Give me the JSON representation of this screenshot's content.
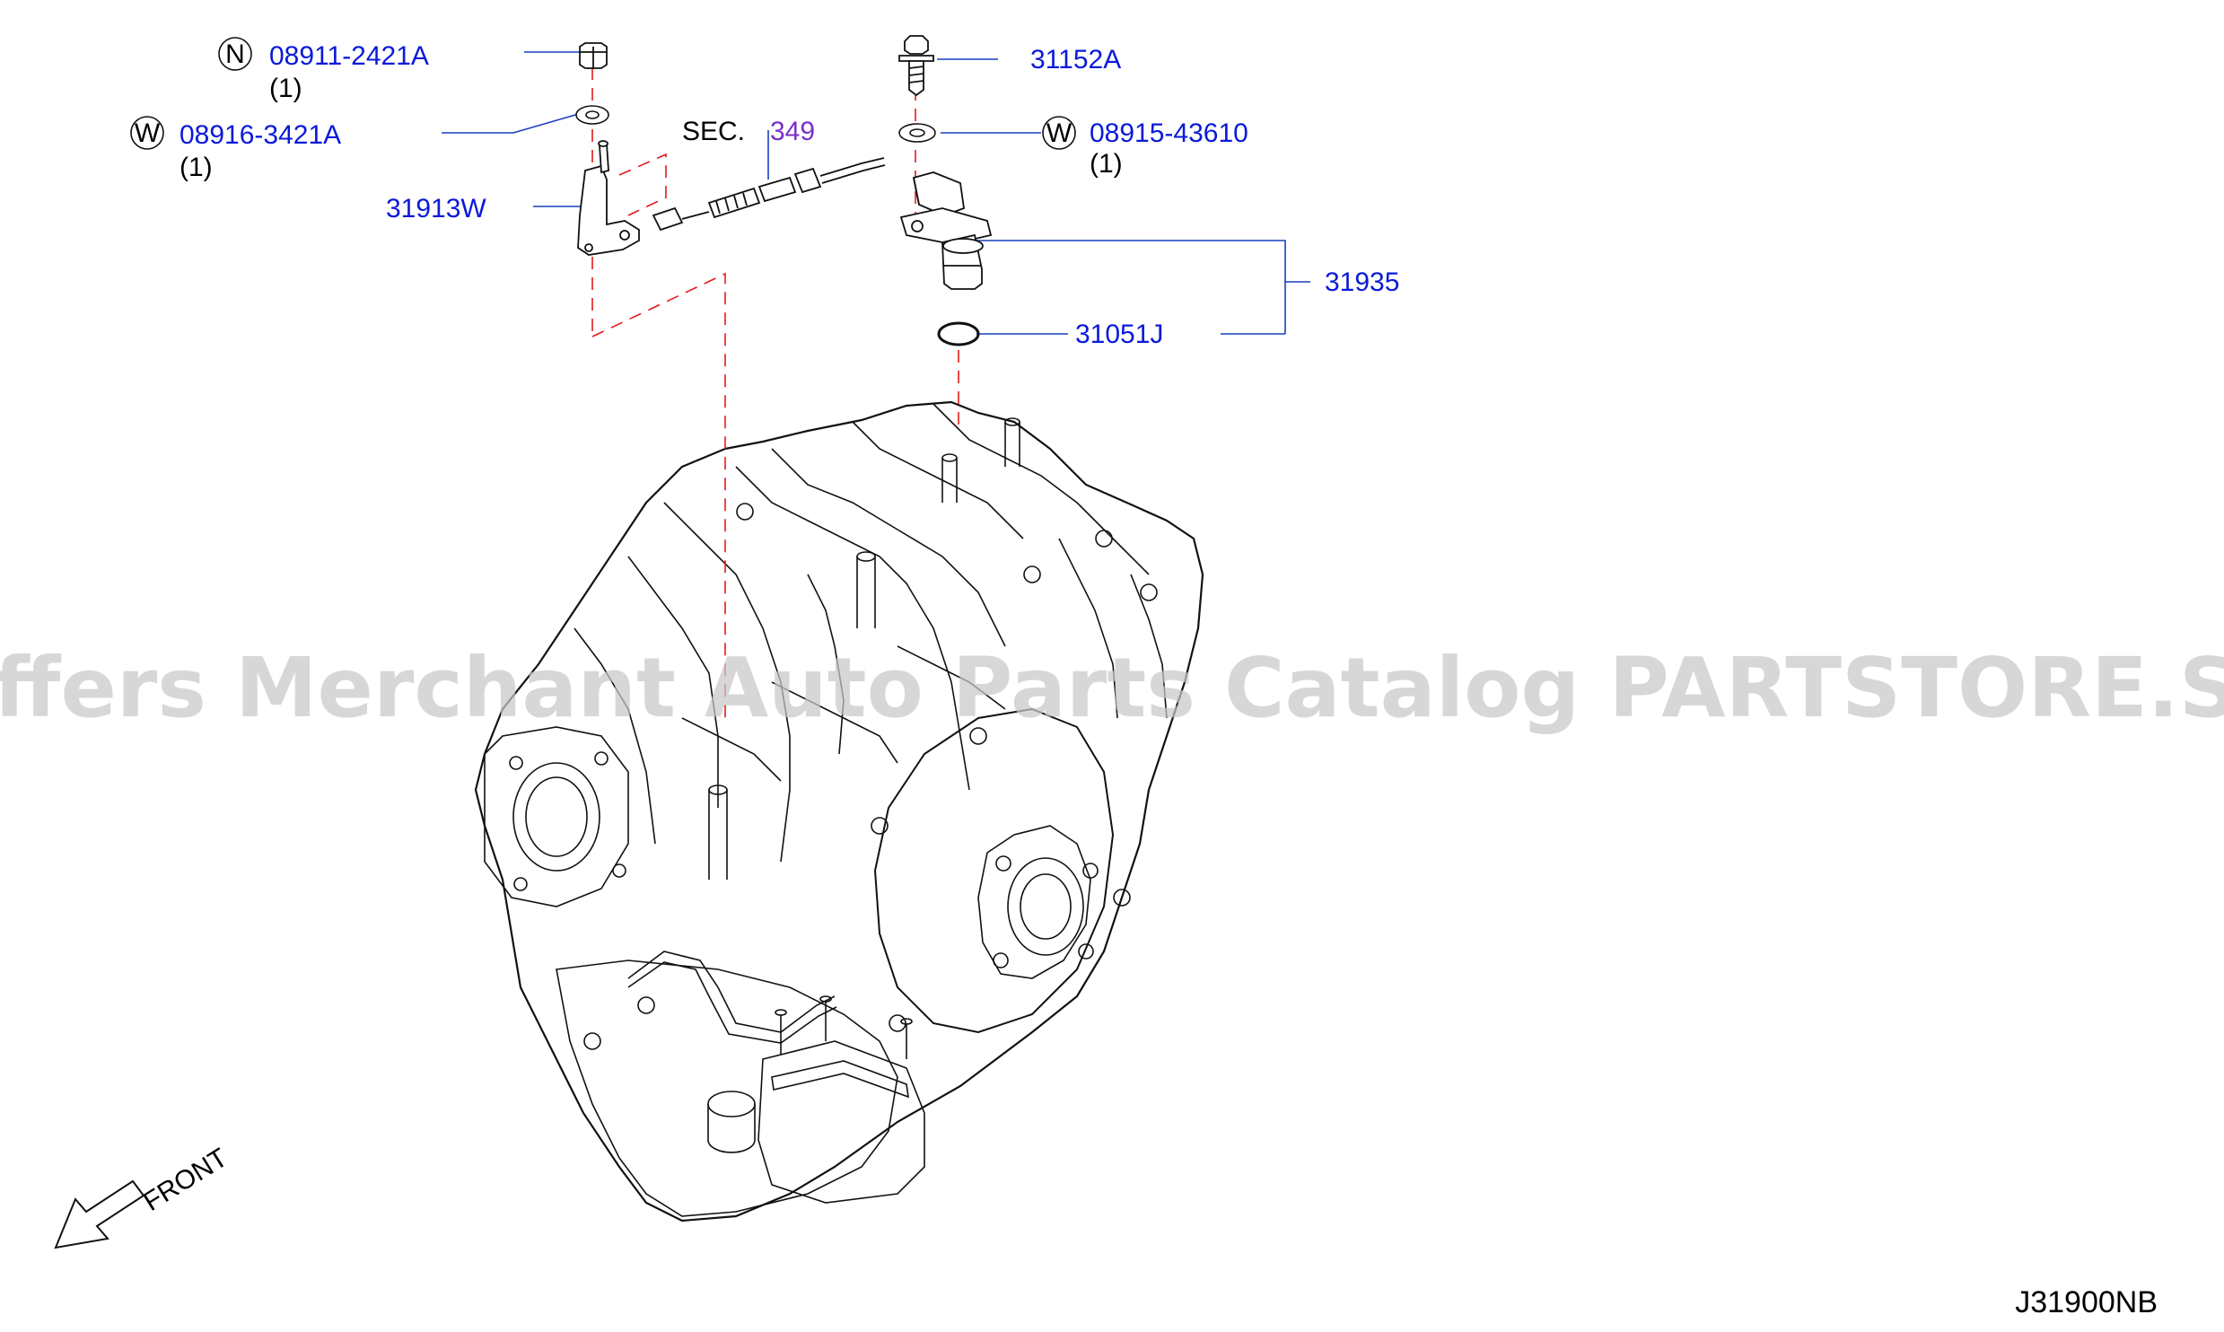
{
  "watermark": "Offers Merchant Auto Parts Catalog PARTSTORE.SA",
  "diagram_code": "J31900NB",
  "front_label": "FRONT",
  "section_ref": {
    "prefix": "SEC.",
    "number": "349"
  },
  "callouts": {
    "nut": {
      "symbol": "N",
      "part": "08911-2421A",
      "qty": "(1)"
    },
    "washer_left": {
      "symbol": "W",
      "part": "08916-3421A",
      "qty": "(1)"
    },
    "bolt": {
      "part": "31152A"
    },
    "washer_right": {
      "symbol": "W",
      "part": "08915-43610",
      "qty": "(1)"
    },
    "bracket": {
      "part": "31913W"
    },
    "sensor_assy": {
      "part": "31935"
    },
    "o_ring": {
      "part": "31051J"
    }
  }
}
